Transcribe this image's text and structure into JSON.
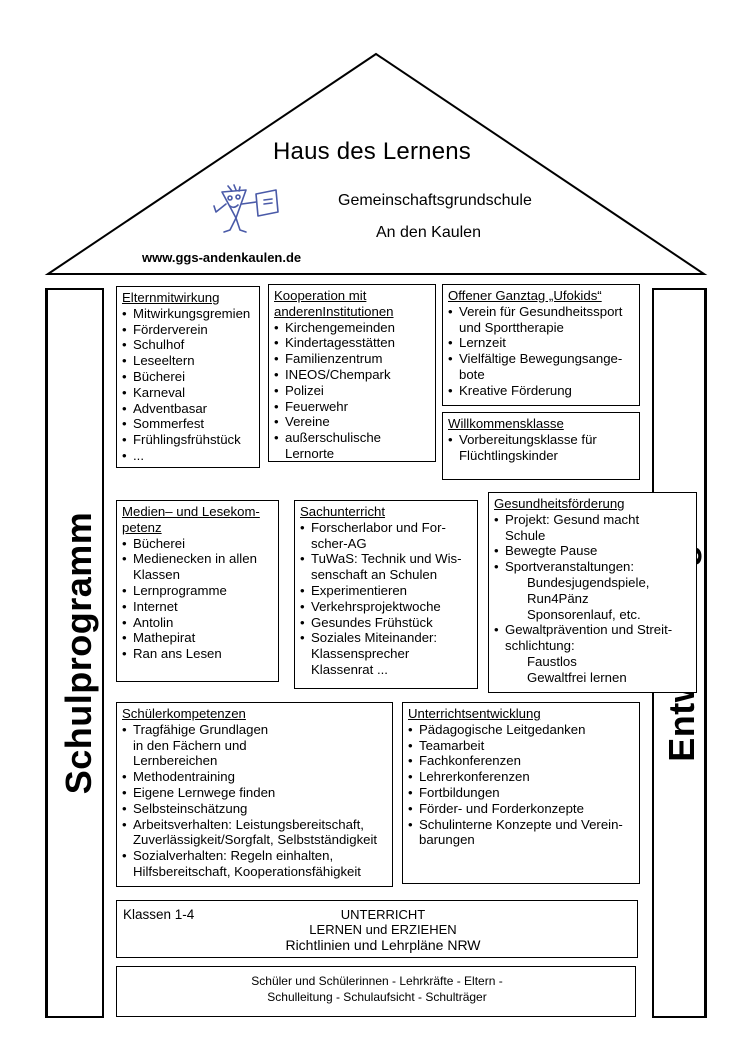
{
  "header": {
    "title": "Haus des Lernens",
    "school_line1": "Gemeinschaftsgrundschule",
    "school_line2": "An den Kaulen",
    "url": "www.ggs-andenkaulen.de"
  },
  "pillars": {
    "left": "Schulprogramm",
    "right": "Entwicklung"
  },
  "boxes": {
    "elternmitwirkung": {
      "title": "Elternmitwirkung",
      "items": [
        "Mitwirkungsgremien",
        "Förderverein",
        "Schulhof",
        "Leseeltern",
        "Bücherei",
        "Karneval",
        "Adventbasar",
        "Sommerfest",
        "Frühlingsfrühstück",
        "..."
      ]
    },
    "kooperation": {
      "title_line1": "Kooperation mit anderen",
      "title_line2": "Institutionen",
      "items": [
        "Kirchengemeinden",
        "Kindertagesstätten",
        "Familienzentrum",
        "INEOS/Chempark",
        "Polizei",
        "Feuerwehr",
        "Vereine"
      ],
      "last_item_line1": "außerschulische",
      "last_item_line2": "Lernorte"
    },
    "ganztag": {
      "title": "Offener Ganztag „Ufokids“",
      "item1_line1": "Verein für Gesundheitssport",
      "item1_line2": "und Sporttherapie",
      "item2": "Lernzeit",
      "item3_line1": "Vielfältige Bewegungsange-",
      "item3_line2": "bote",
      "item4": "Kreative Förderung"
    },
    "willkommen": {
      "title": "Willkommensklasse",
      "item_line1": "Vorbereitungsklasse für",
      "item_line2": "Flüchtlingskinder"
    },
    "medien": {
      "title_line1": "Medien– und Lesekom-",
      "title_line2": "petenz",
      "item1": "Bücherei",
      "item2_line1": "Medienecken in allen",
      "item2_line2": "Klassen",
      "items": [
        "Lernprogramme",
        "Internet",
        "Antolin",
        "Mathepirat",
        "Ran ans Lesen"
      ]
    },
    "sachunterricht": {
      "title": "Sachunterricht",
      "item1_line1": "Forscherlabor und For-",
      "item1_line2": "scher-AG",
      "item2_line1": "TuWaS: Technik und Wis-",
      "item2_line2": "senschaft an Schulen",
      "items": [
        "Experimentieren",
        "Verkehrsprojektwoche",
        "Gesundes Frühstück"
      ],
      "item6_line1": "Soziales Miteinander:",
      "item6_line2": "Klassensprecher",
      "item6_line3": "Klassenrat ..."
    },
    "gesundheit": {
      "title": "Gesundheitsförderung",
      "item1_line1": "Projekt: Gesund macht",
      "item1_line2": "Schule",
      "item2": "Bewegte Pause",
      "item3_line1": "Sportveranstaltungen:",
      "item3_sub": [
        "Bundesjugendspiele,",
        "Run4Pänz",
        "Sponsorenlauf, etc."
      ],
      "item4_line1": "Gewaltprävention und Streit-",
      "item4_line2": "schlichtung:",
      "item4_sub": [
        "Faustlos",
        "Gewaltfrei lernen"
      ]
    },
    "schueler": {
      "title": "Schülerkompetenzen",
      "item1_line1": "Tragfähige Grundlagen",
      "item1_line2": "in den Fächern und",
      "item1_line3": "Lernbereichen",
      "item2": "Methodentraining",
      "item3": "Eigene Lernwege finden",
      "item4": "Selbsteinschätzung",
      "item5_line1": "Arbeitsverhalten: Leistungsbereitschaft,",
      "item5_line2": "Zuverlässigkeit/Sorgfalt, Selbstständigkeit",
      "item6_line1": "Sozialverhalten: Regeln einhalten,",
      "item6_line2": "Hilfsbereitschaft,  Kooperationsfähigkeit"
    },
    "unterricht": {
      "title": "Unterrichtsentwicklung",
      "items": [
        "Pädagogische Leitgedanken",
        "Teamarbeit",
        "Fachkonferenzen",
        "Lehrerkonferenzen",
        "Fortbildungen",
        "Förder- und Forderkonzepte"
      ],
      "last_line1": "Schulinterne Konzepte und Verein-",
      "last_line2": "barungen"
    }
  },
  "foundation": {
    "klassen": "Klassen 1-4",
    "line1": "UNTERRICHT",
    "line2": "LERNEN und ERZIEHEN",
    "line3": "Richtlinien und Lehrpläne NRW"
  },
  "base": {
    "line1": "Schüler und Schülerinnen - Lehrkräfte - Eltern -",
    "line2": "Schulleitung - Schulaufsicht - Schulträger"
  }
}
